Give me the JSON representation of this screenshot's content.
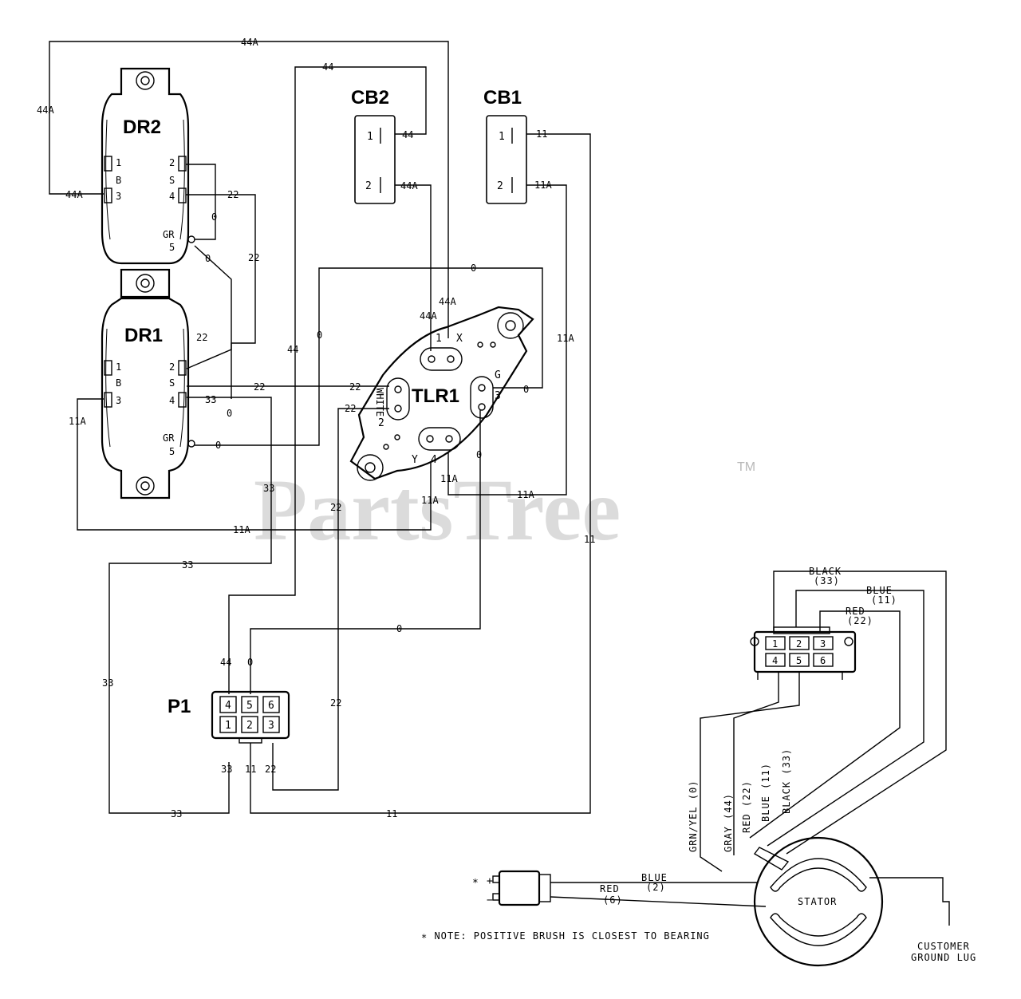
{
  "watermark": {
    "text": "PartsTree",
    "tm": "TM"
  },
  "components": {
    "dr2": "DR2",
    "dr1": "DR1",
    "cb2": "CB2",
    "cb1": "CB1",
    "tlr1": "TLR1",
    "p1": "P1",
    "stator": "STATOR"
  },
  "pins": {
    "dr_1": "1",
    "dr_b": "B",
    "dr_3": "3",
    "dr_2": "2",
    "dr_s": "S",
    "dr_4": "4",
    "dr_gr": "GR",
    "dr_5": "5",
    "cb_1": "1",
    "cb_2": "2",
    "tlr_1": "1",
    "tlr_x": "X",
    "tlr_g": "G",
    "tlr_3": "3",
    "tlr_2": "2",
    "tlr_white": "WHITE",
    "tlr_y": "Y",
    "tlr_4": "4",
    "p1_4": "4",
    "p1_5": "5",
    "p1_6": "6",
    "p1_1": "1",
    "p1_2": "2",
    "p1_3": "3",
    "sc_1": "1",
    "sc_2": "2",
    "sc_3": "3",
    "sc_4": "4",
    "sc_5": "5",
    "sc_6": "6",
    "plus": "+",
    "minus": "−",
    "star": "∗"
  },
  "wires": {
    "w44A": "44A",
    "w44": "44",
    "w22": "22",
    "w0": "0",
    "w33": "33",
    "w11A": "11A",
    "w11": "11"
  },
  "stator_leads": {
    "black": "BLACK",
    "black_n": "(33)",
    "blue": "BLUE",
    "blue_n": "(11)",
    "red": "RED",
    "red_n": "(22)",
    "grnyel": "GRN/YEL (0)",
    "gray": "GRAY (44)",
    "red22": "RED (22)",
    "blue11": "BLUE (11)",
    "black33": "BLACK (33)"
  },
  "brush": {
    "blue": "BLUE",
    "blue_n": "(2)",
    "red": "RED",
    "red_n": "(6)"
  },
  "note": "∗ NOTE: POSITIVE BRUSH IS CLOSEST TO BEARING",
  "ground": {
    "line1": "CUSTOMER",
    "line2": "GROUND LUG"
  }
}
